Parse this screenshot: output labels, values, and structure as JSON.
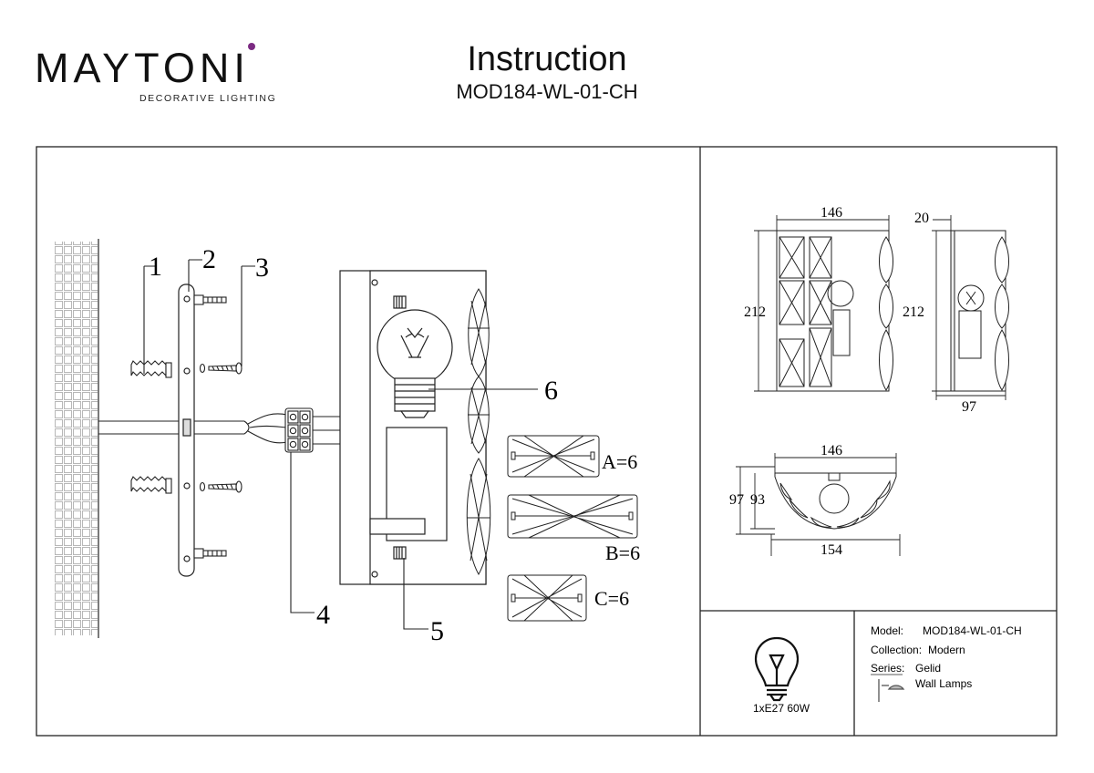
{
  "brand": {
    "name": "MAYTONI",
    "tagline": "DECORATIVE LIGHTING",
    "accent": "#7b2a82"
  },
  "header": {
    "title": "Instruction",
    "model_code": "MOD184-WL-01-CH"
  },
  "assembly": {
    "callouts": [
      "1",
      "2",
      "3",
      "4",
      "5",
      "6"
    ],
    "crystals": [
      {
        "label": "A=6"
      },
      {
        "label": "B=6"
      },
      {
        "label": "C=6"
      }
    ]
  },
  "dimensions": {
    "front_width": "146",
    "front_height": "212",
    "side_depth_top": "20",
    "side_height": "212",
    "side_depth": "97",
    "top_width": "146",
    "top_depth_outer": "97",
    "top_depth_inner": "93",
    "top_width_bottom": "154"
  },
  "lamp": {
    "icon": "light-bulb-icon",
    "spec": "1xE27 60W"
  },
  "specs": {
    "model_label": "Model:",
    "model_value": "MOD184-WL-01-CH",
    "collection_label": "Collection:",
    "collection_value": "Modern",
    "series_label": "Series:",
    "series_value": "Gelid",
    "type_value": "Wall Lamps",
    "type_icon": "wall-lamp-icon"
  }
}
